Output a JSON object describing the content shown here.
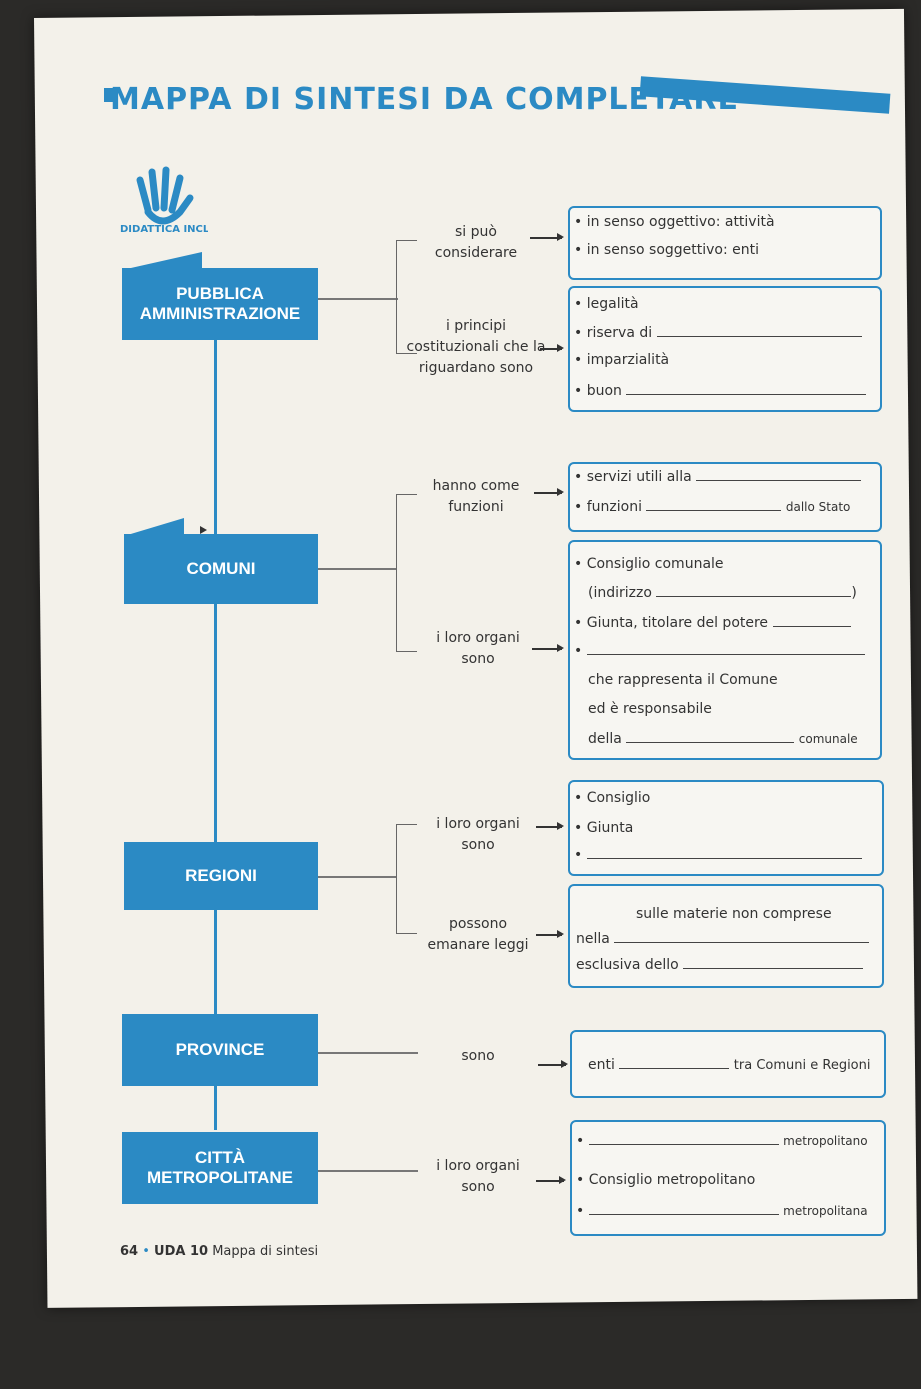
{
  "title": "MAPPA DI SINTESI DA COMPLETARE",
  "logo": {
    "text": "DIDATTICA INCLUSIVA",
    "icon": "hand-icon"
  },
  "colors": {
    "accent": "#2b8ac4"
  },
  "nodes": {
    "pa": "PUBBLICA AMMINISTRAZIONE",
    "comuni": "COMUNI",
    "regioni": "REGIONI",
    "province": "PROVINCE",
    "citta": "CITTÀ METROPOLITANE"
  },
  "pa": {
    "c1": "si può considerare",
    "c1_items": [
      "in senso oggettivo: attività",
      "in senso soggettivo: enti"
    ],
    "c2": "i principi costituzionali che la riguardano sono",
    "c2_items": [
      "legalità",
      "riserva di",
      "imparzialità",
      "buon"
    ]
  },
  "comuni": {
    "c1": "hanno come funzioni",
    "c1_items": [
      "servizi utili alla",
      "funzioni",
      "dallo Stato"
    ],
    "c2": "i loro organi sono",
    "c2_items": [
      "Consiglio comunale",
      "(indirizzo",
      ")",
      "Giunta, titolare del potere",
      "che rappresenta il Comune",
      "ed è responsabile",
      "della",
      "comunale"
    ]
  },
  "regioni": {
    "c1": "i loro organi sono",
    "c1_items": [
      "Consiglio",
      "Giunta"
    ],
    "c2": "possono emanare leggi",
    "c2_items": [
      "sulle materie non comprese",
      "nella",
      "esclusiva dello"
    ]
  },
  "province": {
    "c1": "sono",
    "c1_items": [
      "enti",
      "tra Comuni e Regioni"
    ]
  },
  "citta": {
    "c1": "i loro organi sono",
    "c1_items": [
      "metropolitano",
      "Consiglio metropolitano",
      "metropolitana"
    ]
  },
  "footer": {
    "page": "64",
    "uda": "UDA 10",
    "section": "Mappa di sintesi"
  }
}
